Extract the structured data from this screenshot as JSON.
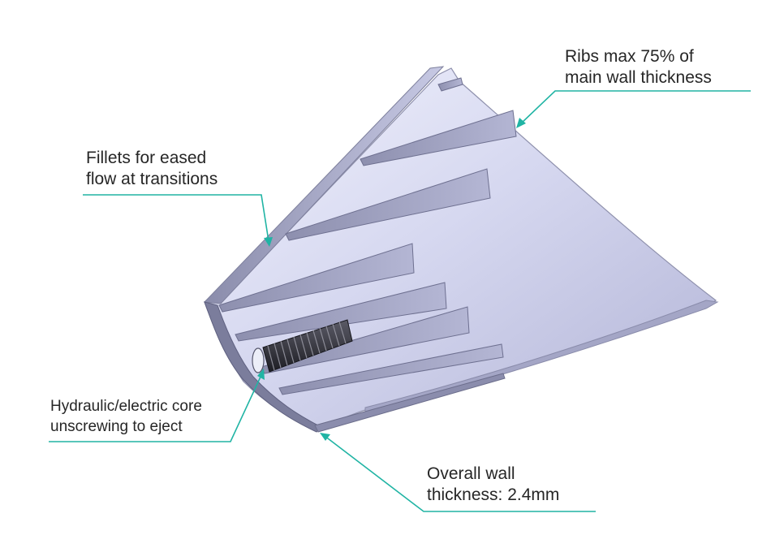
{
  "annotations": {
    "ribs": {
      "line1": "Ribs max 75% of",
      "line2": "main wall thickness"
    },
    "fillets": {
      "line1": "Fillets for eased",
      "line2": "flow at transitions"
    },
    "core": {
      "line1": "Hydraulic/electric core",
      "line2": "unscrewing to eject"
    },
    "wall": {
      "line1": "Overall wall",
      "line2": "thickness: 2.4mm"
    }
  },
  "colors": {
    "leader": "#20b4a4",
    "part_light": "#dfe0f4",
    "part_mid": "#b9bbdc",
    "part_dark": "#6f7090",
    "text": "#262626"
  }
}
